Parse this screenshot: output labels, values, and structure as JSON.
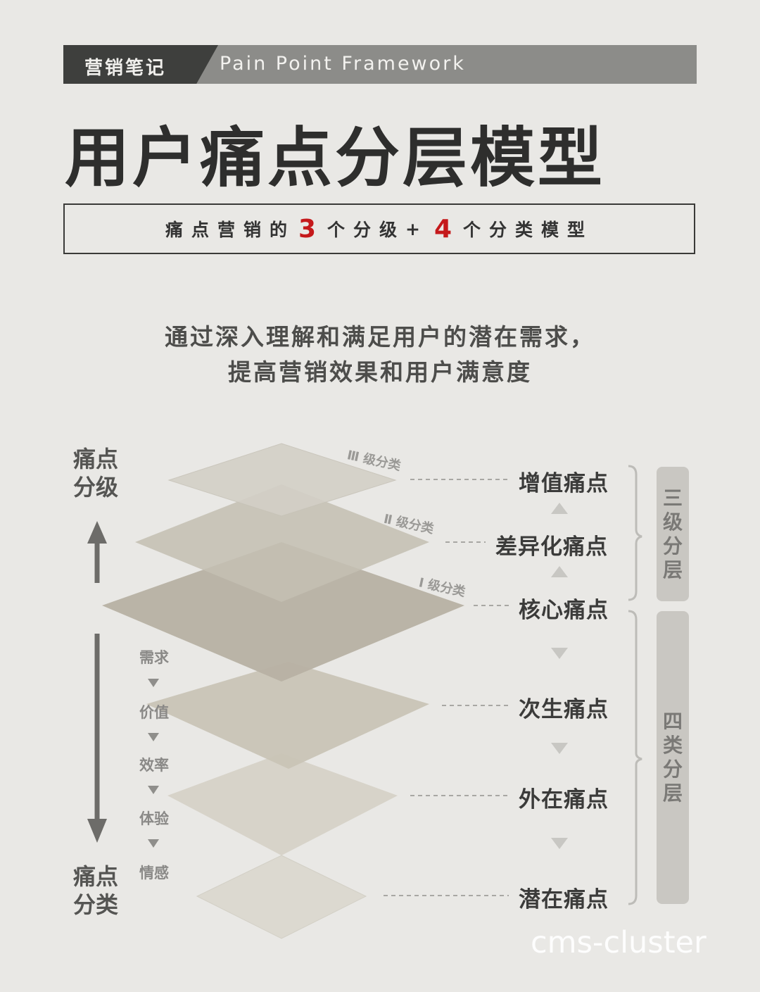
{
  "header": {
    "tag": "营销笔记",
    "subtitle_en": "Pain Point Framework"
  },
  "title": "用户痛点分层模型",
  "subbox": {
    "part1": "痛点营销的",
    "num1": "3",
    "part2": "个分级",
    "plus": "+",
    "num2": "4",
    "part3": "个分类模型"
  },
  "description": {
    "line1": "通过深入理解和满足用户的潜在需求，",
    "line2": "提高营销效果和用户满意度"
  },
  "left_axis": {
    "top_label": "痛点分级",
    "bottom_label": "痛点分类"
  },
  "categories": [
    "需求",
    "价值",
    "效率",
    "体验",
    "情感"
  ],
  "level_tags": [
    "Ⅲ 级分类",
    "Ⅱ 级分类",
    "Ⅰ 级分类"
  ],
  "pain_points": [
    "增值痛点",
    "差异化痛点",
    "核心痛点",
    "次生痛点",
    "外在痛点",
    "潜在痛点"
  ],
  "side_groups": {
    "three_levels": "三级分层",
    "four_types": "四类分层"
  },
  "watermark": "cms-cluster",
  "colors": {
    "bar_dark": "#3e3f3d",
    "bar_light": "#8c8c89",
    "accent_red": "#c5191b",
    "background": "#e9e8e5"
  }
}
